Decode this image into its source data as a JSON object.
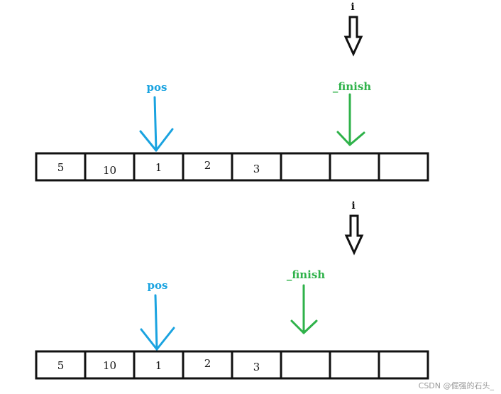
{
  "colors": {
    "pos": "#1aa3e0",
    "finish": "#2fb24a",
    "i": "#111111",
    "cell_border": "#111111"
  },
  "icons": {
    "i_pointer": "hollow-down-arrow-icon",
    "pos_pointer": "down-arrow-icon",
    "finish_pointer": "down-arrow-icon"
  },
  "panels": [
    {
      "cells": [
        "5",
        "10",
        "1",
        "2",
        "3",
        "",
        "",
        ""
      ],
      "i_label": "i",
      "pos_label": "pos",
      "finish_label": "_finish"
    },
    {
      "cells": [
        "5",
        "10",
        "1",
        "2",
        "3",
        "",
        "",
        ""
      ],
      "i_label": "i",
      "pos_label": "pos",
      "finish_label": "_finish"
    }
  ],
  "watermark": "CSDN @倔强的石头_"
}
